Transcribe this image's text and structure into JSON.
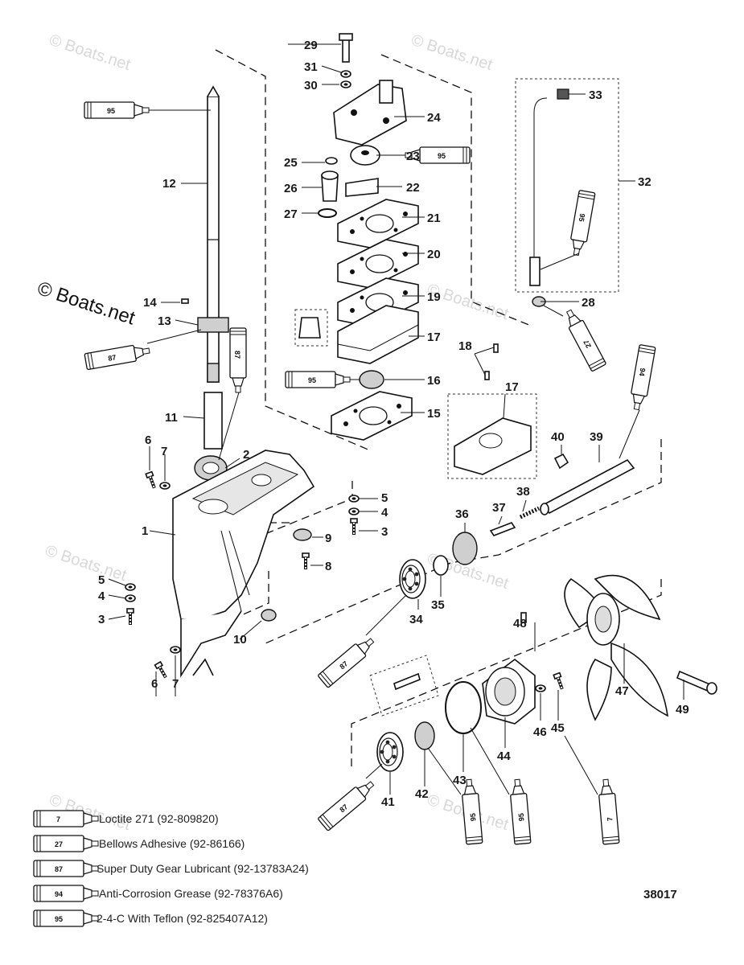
{
  "watermarks": {
    "text": "© Boats.net",
    "prominent": "© Boats.net"
  },
  "diagram_number": "38017",
  "callouts": [
    {
      "id": "1",
      "label": "1"
    },
    {
      "id": "2",
      "label": "2"
    },
    {
      "id": "3a",
      "label": "3"
    },
    {
      "id": "3b",
      "label": "3"
    },
    {
      "id": "4a",
      "label": "4"
    },
    {
      "id": "4b",
      "label": "4"
    },
    {
      "id": "5a",
      "label": "5"
    },
    {
      "id": "5b",
      "label": "5"
    },
    {
      "id": "6a",
      "label": "6"
    },
    {
      "id": "6b",
      "label": "6"
    },
    {
      "id": "7a",
      "label": "7"
    },
    {
      "id": "7b",
      "label": "7"
    },
    {
      "id": "8",
      "label": "8"
    },
    {
      "id": "9",
      "label": "9"
    },
    {
      "id": "10",
      "label": "10"
    },
    {
      "id": "11",
      "label": "11"
    },
    {
      "id": "12",
      "label": "12"
    },
    {
      "id": "13",
      "label": "13"
    },
    {
      "id": "14",
      "label": "14"
    },
    {
      "id": "15",
      "label": "15"
    },
    {
      "id": "16",
      "label": "16"
    },
    {
      "id": "17a",
      "label": "17"
    },
    {
      "id": "17b",
      "label": "17"
    },
    {
      "id": "18",
      "label": "18"
    },
    {
      "id": "19",
      "label": "19"
    },
    {
      "id": "20",
      "label": "20"
    },
    {
      "id": "21",
      "label": "21"
    },
    {
      "id": "22",
      "label": "22"
    },
    {
      "id": "23",
      "label": "23"
    },
    {
      "id": "24",
      "label": "24"
    },
    {
      "id": "25",
      "label": "25"
    },
    {
      "id": "26",
      "label": "26"
    },
    {
      "id": "27",
      "label": "27"
    },
    {
      "id": "28",
      "label": "28"
    },
    {
      "id": "29",
      "label": "29"
    },
    {
      "id": "30",
      "label": "30"
    },
    {
      "id": "31",
      "label": "31"
    },
    {
      "id": "32",
      "label": "32"
    },
    {
      "id": "33",
      "label": "33"
    },
    {
      "id": "34",
      "label": "34"
    },
    {
      "id": "35",
      "label": "35"
    },
    {
      "id": "36",
      "label": "36"
    },
    {
      "id": "37",
      "label": "37"
    },
    {
      "id": "38",
      "label": "38"
    },
    {
      "id": "39",
      "label": "39"
    },
    {
      "id": "40",
      "label": "40"
    },
    {
      "id": "41",
      "label": "41"
    },
    {
      "id": "42",
      "label": "42"
    },
    {
      "id": "43",
      "label": "43"
    },
    {
      "id": "44",
      "label": "44"
    },
    {
      "id": "45",
      "label": "45"
    },
    {
      "id": "46",
      "label": "46"
    },
    {
      "id": "47",
      "label": "47"
    },
    {
      "id": "48",
      "label": "48"
    },
    {
      "id": "49",
      "label": "49"
    }
  ],
  "tubes": {
    "t95": "95",
    "t87": "87",
    "t27": "27",
    "t94": "94",
    "t7": "7"
  },
  "legend": [
    {
      "code": "7",
      "text": "Loctite 271 (92-809820)"
    },
    {
      "code": "27",
      "text": "Bellows Adhesive (92-86166)"
    },
    {
      "code": "87",
      "text": "Super Duty Gear Lubricant (92-13783A24)"
    },
    {
      "code": "94",
      "text": "Anti-Corrosion Grease (92-78376A6)"
    },
    {
      "code": "95",
      "text": "2-4-C  With Teflon (92-825407A12)"
    }
  ]
}
